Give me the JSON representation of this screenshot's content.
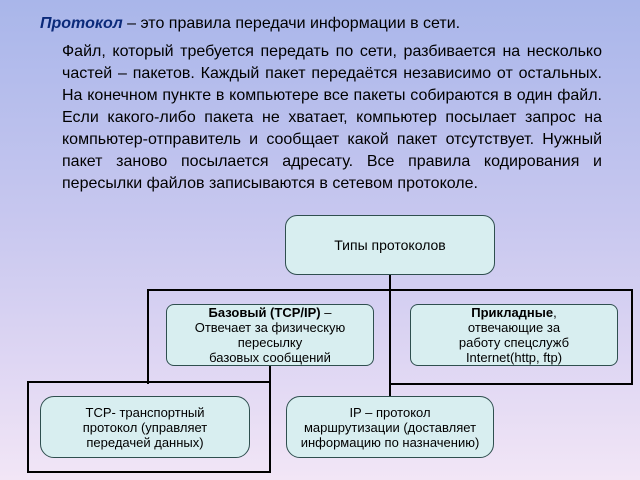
{
  "heading": {
    "term": "Протокол",
    "rest": " – это правила передачи информации в сети."
  },
  "paragraph": "Файл, который требуется передать по сети, разбивается на несколько частей – пакетов. Каждый пакет передаётся независимо от остальных. На конечном пункте в компьютере все пакеты собираются в один файл. Если какого-либо пакета не хватает, компьютер посылает запрос на компьютер-отправитель и сообщает какой пакет отсутствует. Нужный пакет заново посылается адресату. Все правила кодирования и пересылки файлов записываются в сетевом протоколе.",
  "diagram": {
    "root": {
      "label": "Типы протоколов"
    },
    "base": {
      "title": "Базовый (TCP/IP)",
      "title_suffix": " –",
      "line1": "Отвечает за физическую",
      "line2": "пересылку",
      "line3": "базовых сообщений"
    },
    "applied": {
      "title": "Прикладные",
      "title_suffix": ",",
      "line1": "отвечающие за",
      "line2": "работу спецслужб",
      "line3": "Internet(http, ftp)"
    },
    "tcp": {
      "line1": "TCP- транспортный",
      "line2": "протокол (управляет",
      "line3": "передачей данных)"
    },
    "ip": {
      "line1": "IP – протокол",
      "line2": "маршрутизации (доставляет",
      "line3": "информацию по назначению)"
    }
  },
  "colors": {
    "node_fill": "#d8eef0",
    "node_border": "#2f4f4f",
    "connector": "#000000",
    "term": "#0b2a7a"
  }
}
